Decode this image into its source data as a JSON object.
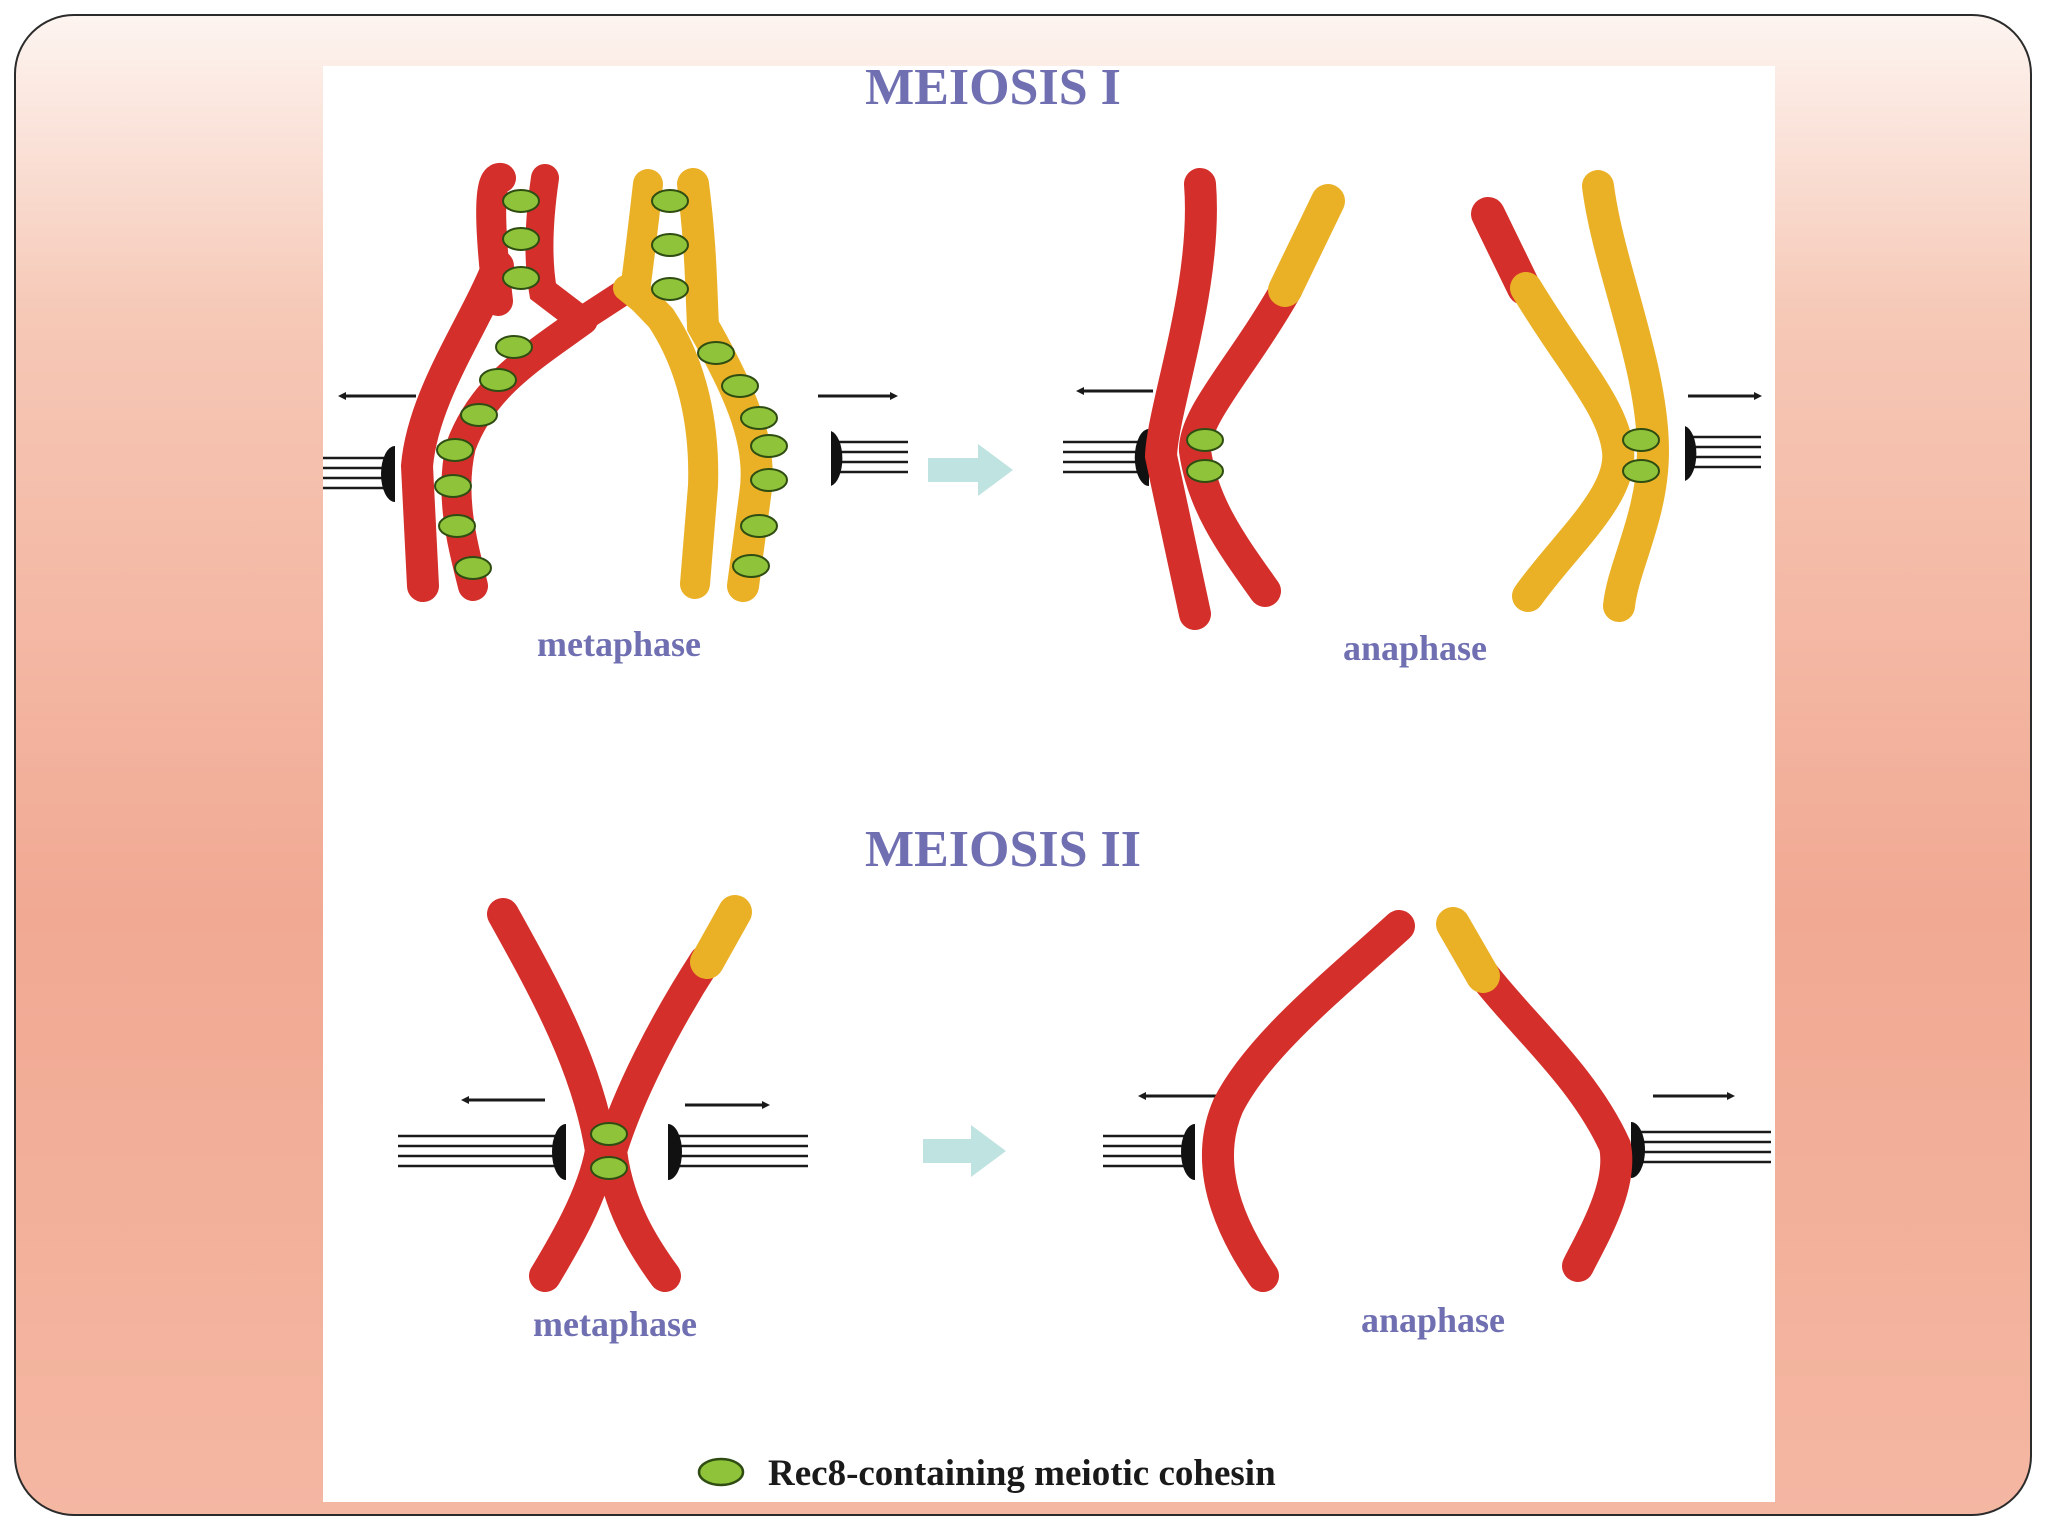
{
  "colors": {
    "red_chromatid": "#d42f2b",
    "yellow_chromatid": "#ebb126",
    "cohesin_green": "#8fc43a",
    "title_text": "#6f6fb2",
    "process_arrow": "#bfe3e1"
  },
  "diagram": {
    "meiosis1": {
      "title": "MEIOSIS I",
      "metaphase_label": "metaphase",
      "anaphase_label": "anaphase"
    },
    "meiosis2": {
      "title": "MEIOSIS II",
      "metaphase_label": "metaphase",
      "anaphase_label": "anaphase"
    },
    "legend": {
      "label": "Rec8-containing meiotic cohesin"
    }
  }
}
